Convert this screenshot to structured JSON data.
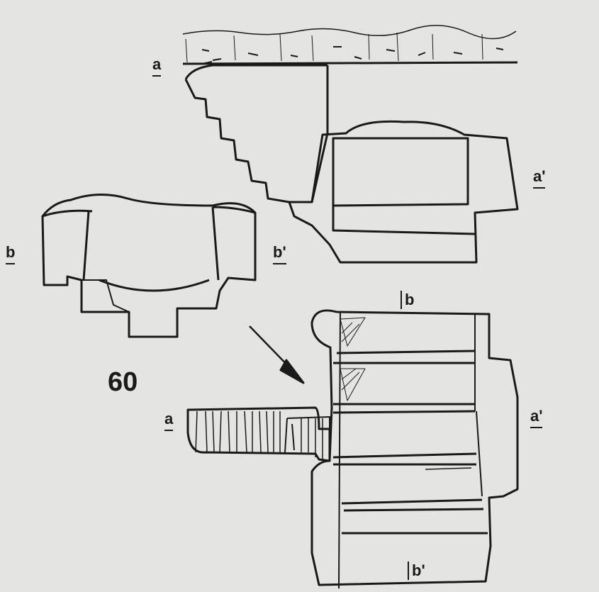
{
  "figure_number": "60",
  "labels": {
    "section_a_left": "a",
    "section_a_right": "a'",
    "plan_b_left": "b",
    "plan_b_right": "b'",
    "plan_top_b": "b",
    "plan_bottom_b": "b'",
    "plan_left_a": "a",
    "plan_right_a": "a'"
  },
  "colors": {
    "paper": "#e4e4e2",
    "ink": "#1a1a1a"
  }
}
